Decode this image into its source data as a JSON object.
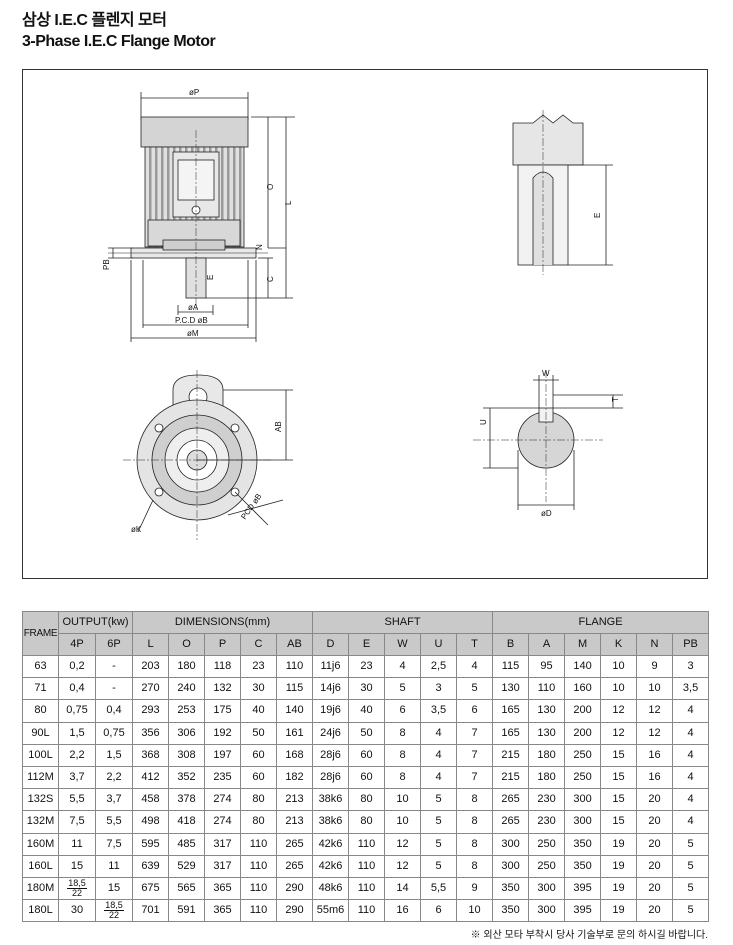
{
  "title_ko": "삼상 I.E.C 플렌지 모터",
  "title_en": "3-Phase I.E.C Flange Motor",
  "drawing_labels": {
    "phiP": "øP",
    "L": "L",
    "O": "O",
    "N": "N",
    "C": "C",
    "PB": "PB",
    "E": "E",
    "phiA": "øA",
    "pcd_phiB": "P.C.D øB",
    "phiM": "øM",
    "AB": "AB",
    "pcd_phiB_rot": "PCD øB",
    "phiK": "øK",
    "E_shaft": "E",
    "W": "W",
    "T": "T",
    "U": "U",
    "phiD": "øD"
  },
  "table": {
    "frame_header": "FRAME",
    "groups": [
      "OUTPUT(kw)",
      "DIMENSIONS(mm)",
      "SHAFT",
      "FLANGE"
    ],
    "columns": [
      "4P",
      "6P",
      "L",
      "O",
      "P",
      "C",
      "AB",
      "D",
      "E",
      "W",
      "U",
      "T",
      "B",
      "A",
      "M",
      "K",
      "N",
      "PB"
    ],
    "rows": [
      {
        "frame": "63",
        "cells": [
          "0,2",
          "-",
          "203",
          "180",
          "118",
          "23",
          "110",
          "11j6",
          "23",
          "4",
          "2,5",
          "4",
          "115",
          "95",
          "140",
          "10",
          "9",
          "3"
        ]
      },
      {
        "frame": "71",
        "cells": [
          "0,4",
          "-",
          "270",
          "240",
          "132",
          "30",
          "115",
          "14j6",
          "30",
          "5",
          "3",
          "5",
          "130",
          "110",
          "160",
          "10",
          "10",
          "3,5"
        ]
      },
      {
        "frame": "80",
        "cells": [
          "0,75",
          "0,4",
          "293",
          "253",
          "175",
          "40",
          "140",
          "19j6",
          "40",
          "6",
          "3,5",
          "6",
          "165",
          "130",
          "200",
          "12",
          "12",
          "4"
        ]
      },
      {
        "frame": "90L",
        "cells": [
          "1,5",
          "0,75",
          "356",
          "306",
          "192",
          "50",
          "161",
          "24j6",
          "50",
          "8",
          "4",
          "7",
          "165",
          "130",
          "200",
          "12",
          "12",
          "4"
        ]
      },
      {
        "frame": "100L",
        "cells": [
          "2,2",
          "1,5",
          "368",
          "308",
          "197",
          "60",
          "168",
          "28j6",
          "60",
          "8",
          "4",
          "7",
          "215",
          "180",
          "250",
          "15",
          "16",
          "4"
        ]
      },
      {
        "frame": "112M",
        "cells": [
          "3,7",
          "2,2",
          "412",
          "352",
          "235",
          "60",
          "182",
          "28j6",
          "60",
          "8",
          "4",
          "7",
          "215",
          "180",
          "250",
          "15",
          "16",
          "4"
        ]
      },
      {
        "frame": "132S",
        "cells": [
          "5,5",
          "3,7",
          "458",
          "378",
          "274",
          "80",
          "213",
          "38k6",
          "80",
          "10",
          "5",
          "8",
          "265",
          "230",
          "300",
          "15",
          "20",
          "4"
        ]
      },
      {
        "frame": "132M",
        "cells": [
          "7,5",
          "5,5",
          "498",
          "418",
          "274",
          "80",
          "213",
          "38k6",
          "80",
          "10",
          "5",
          "8",
          "265",
          "230",
          "300",
          "15",
          "20",
          "4"
        ]
      },
      {
        "frame": "160M",
        "cells": [
          "11",
          "7,5",
          "595",
          "485",
          "317",
          "110",
          "265",
          "42k6",
          "110",
          "12",
          "5",
          "8",
          "300",
          "250",
          "350",
          "19",
          "20",
          "5"
        ]
      },
      {
        "frame": "160L",
        "cells": [
          "15",
          "11",
          "639",
          "529",
          "317",
          "110",
          "265",
          "42k6",
          "110",
          "12",
          "5",
          "8",
          "300",
          "250",
          "350",
          "19",
          "20",
          "5"
        ]
      },
      {
        "frame": "180M",
        "cells": [
          "18,5/22",
          "15",
          "675",
          "565",
          "365",
          "110",
          "290",
          "48k6",
          "110",
          "14",
          "5,5",
          "9",
          "350",
          "300",
          "395",
          "19",
          "20",
          "5"
        ]
      },
      {
        "frame": "180L",
        "cells": [
          "30",
          "18,5/22",
          "701",
          "591",
          "365",
          "110",
          "290",
          "55m6",
          "110",
          "16",
          "6",
          "10",
          "350",
          "300",
          "395",
          "19",
          "20",
          "5"
        ]
      }
    ]
  },
  "footnote": "※ 외산 모타 부착시 당사 기술부로 문의 하시길 바랍니다."
}
